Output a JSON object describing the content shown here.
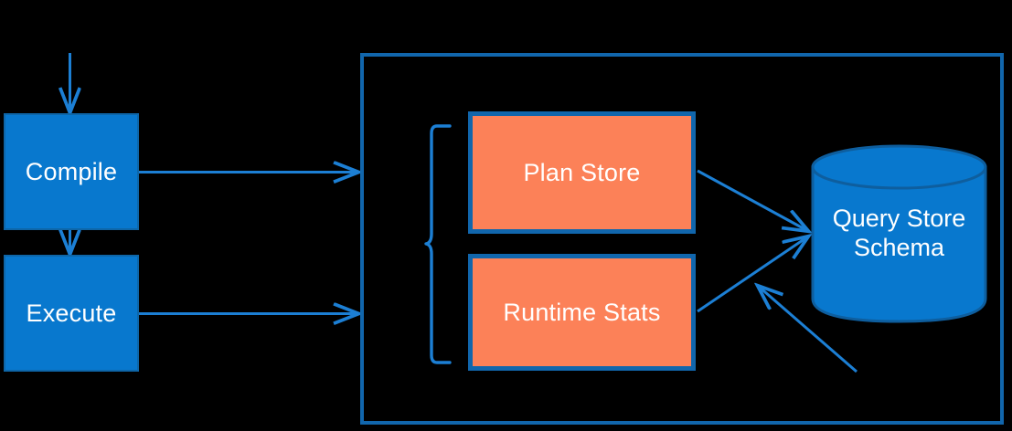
{
  "diagram": {
    "title": "Query Store architecture flow",
    "background_color": "#000000",
    "colors": {
      "process_fill": "#0878CE",
      "process_stroke": "#0E66A8",
      "store_fill": "#FC8158",
      "store_stroke": "#1166AC",
      "connector": "#1C7FD4",
      "container_stroke": "#1166AC",
      "label_text": "#FFFFFF"
    },
    "nodes": {
      "compile": {
        "label": "Compile",
        "shape": "rectangle"
      },
      "execute": {
        "label": "Execute",
        "shape": "rectangle"
      },
      "plan_store": {
        "label": "Plan Store",
        "shape": "rectangle"
      },
      "runtime_stats": {
        "label": "Runtime Stats",
        "shape": "rectangle"
      },
      "query_store_schema": {
        "label": "Query Store\nSchema",
        "line1": "Query Store",
        "line2": "Schema",
        "shape": "cylinder"
      }
    },
    "grouping": {
      "brace": "left-curly-brace",
      "members": [
        "Plan Store",
        "Runtime Stats"
      ]
    },
    "edges": [
      {
        "from": "",
        "to": "Compile",
        "style": "arrow-down"
      },
      {
        "from": "Compile",
        "to": "Execute",
        "style": "arrow-down"
      },
      {
        "from": "Compile",
        "to": "Query Store boundary",
        "style": "arrow-right"
      },
      {
        "from": "Execute",
        "to": "Query Store boundary",
        "style": "arrow-right"
      },
      {
        "from": "Plan Store",
        "to": "Query Store Schema",
        "style": "arrow-diagonal"
      },
      {
        "from": "Runtime Stats",
        "to": "Query Store Schema",
        "style": "arrow-diagonal"
      },
      {
        "from": "",
        "to": "Query Store Schema",
        "style": "arrow-diagonal-up-left"
      }
    ]
  }
}
